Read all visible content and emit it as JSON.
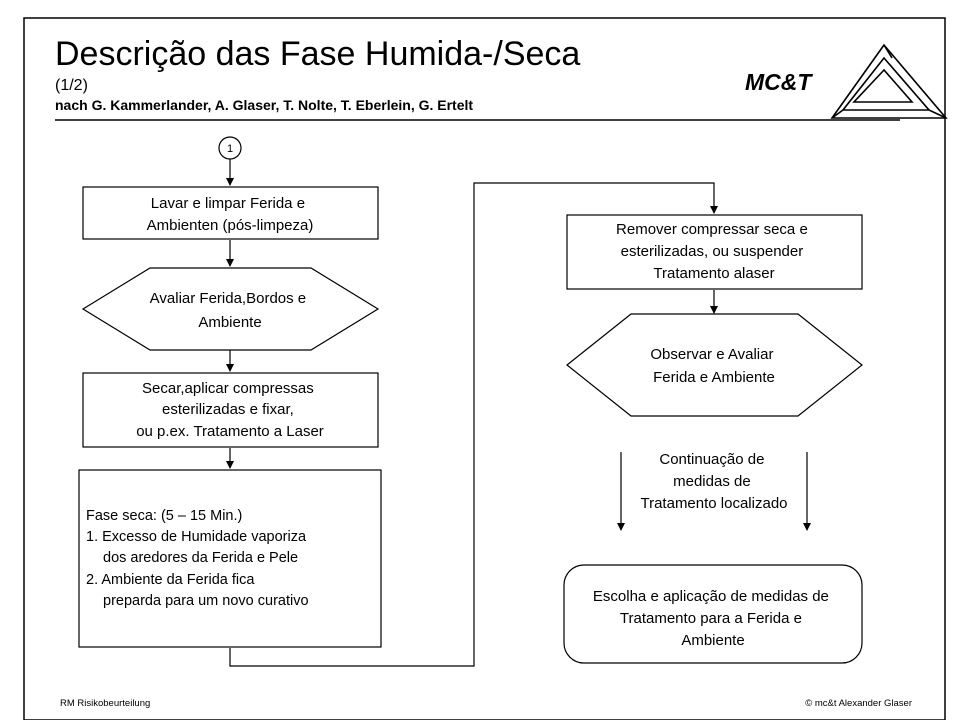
{
  "slide": {
    "title": "Descrição das Fase Humida-/Seca",
    "subtitle": "(1/2)",
    "authors": "nach G. Kammerlander, A. Glaser, T. Nolte, T. Eberlein, G. Ertelt",
    "logo_text": "MC&T",
    "footer_left": "RM Risikobeurteilung",
    "footer_right": "© mc&t  Alexander Glaser"
  },
  "flow": {
    "connector_label": "1",
    "left": {
      "step1": [
        "Lavar e limpar Ferida e",
        "Ambienten (pós-limpeza)"
      ],
      "step2": [
        "Avaliar Ferida,Bordos e",
        "Ambiente"
      ],
      "step3": [
        "Secar,aplicar compressas",
        "esterilizadas e fixar,",
        "ou p.ex. Tratamento a Laser"
      ],
      "step4": {
        "heading": "Fase seca: (5 – 15  Min.)",
        "items": [
          [
            "1. Excesso de Humidade vaporiza",
            "dos aredores da Ferida e Pele"
          ],
          [
            "2. Ambiente da Ferida fica",
            "preparda para um novo curativo"
          ]
        ]
      }
    },
    "right": {
      "step1": [
        "Remover compressar seca e",
        "esterilizadas, ou suspender",
        "Tratamento alaser"
      ],
      "step2": [
        "Observar e Avaliar",
        "Ferida e Ambiente"
      ],
      "note": [
        "Continuação de",
        "medidas de",
        "Tratamento localizado"
      ],
      "final": [
        "Escolha e aplicação de medidas de",
        "Tratamento para a Ferida  e",
        "Ambiente"
      ]
    }
  }
}
